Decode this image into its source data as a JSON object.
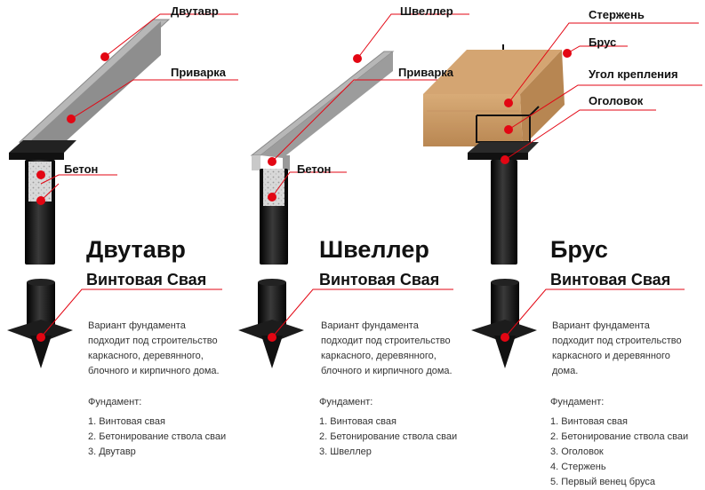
{
  "colors": {
    "accent": "#e30613",
    "leader": "#e30613",
    "pile": "#1b1b1b",
    "beam": "#a7a7a7",
    "wood": "#c99a66"
  },
  "columns": [
    {
      "id": "dvutavr",
      "title": "Двутавр",
      "subtitle": "Винтовая Свая",
      "description": [
        "Вариант фундамента",
        "подходит под строительство",
        "каркасного, деревянного,",
        "блочного и кирпичного дома."
      ],
      "foundation_heading": "Фундамент:",
      "foundation_items": [
        "1. Винтовая свая",
        "2. Бетонирование ствола сваи",
        "3. Двутавр"
      ],
      "callouts": [
        "Двутавр",
        "Приварка",
        "Бетон"
      ]
    },
    {
      "id": "shveller",
      "title": "Швеллер",
      "subtitle": "Винтовая Свая",
      "description": [
        "Вариант фундамента",
        "подходит под строительство",
        "каркасного, деревянного,",
        "блочного и кирпичного дома."
      ],
      "foundation_heading": "Фундамент:",
      "foundation_items": [
        "1. Винтовая свая",
        "2. Бетонирование ствола сваи",
        "3. Швеллер"
      ],
      "callouts": [
        "Швеллер",
        "Приварка",
        "Бетон"
      ]
    },
    {
      "id": "brus",
      "title": "Брус",
      "subtitle": "Винтовая Свая",
      "description": [
        "Вариант фундамента",
        "подходит под строительство",
        "каркасного и деревянного",
        "дома."
      ],
      "foundation_heading": "Фундамент:",
      "foundation_items": [
        "1. Винтовая свая",
        "2. Бетонирование ствола сваи",
        "3. Оголовок",
        "4. Стержень",
        "5. Первый венец бруса"
      ],
      "callouts": [
        "Стержень",
        "Брус",
        "Угол крепления",
        "Оголовок"
      ]
    }
  ]
}
